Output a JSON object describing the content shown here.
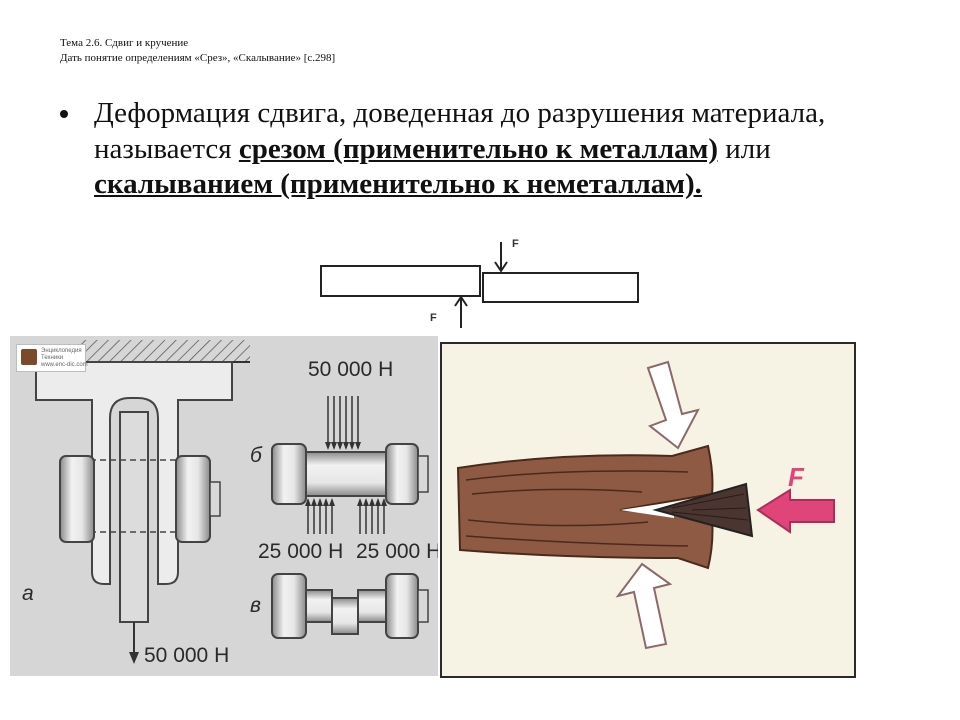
{
  "header": {
    "line1": "Тема 2.6. Сдвиг и кручение",
    "line2": "Дать понятие определениям «Срез», «Скалывание» [с.298]"
  },
  "bullet": {
    "part1": "Деформация сдвига, доведенная до разрушения материала, называется ",
    "term1": "срезом (применительно к металлам)",
    "part2": " или ",
    "term2": "скалыванием (применительно к неметаллам). "
  },
  "shear_diagram": {
    "force_top": "F",
    "force_bottom": "F"
  },
  "bolt_figure": {
    "logo_line1": "Энциклопедия",
    "logo_line2": "Техники",
    "logo_line3": "www.enc-dic.com",
    "top_force": "50 000 Н",
    "bottom_force": "50 000 Н",
    "left_reaction": "25 000 Н",
    "right_reaction": "25 000 Н",
    "label_a": "а",
    "label_b": "б",
    "label_v": "в"
  },
  "wood_figure": {
    "force_label": "F"
  },
  "colors": {
    "panel_gray": "#d6d6d6",
    "metal_light": "#f2f2f2",
    "metal_dark": "#8a8a8a",
    "wood": "#8e5a44",
    "wood_grain": "#4a2a1c",
    "arrow_pink": "#e0457a",
    "wood_background": "#f7f3e4"
  }
}
